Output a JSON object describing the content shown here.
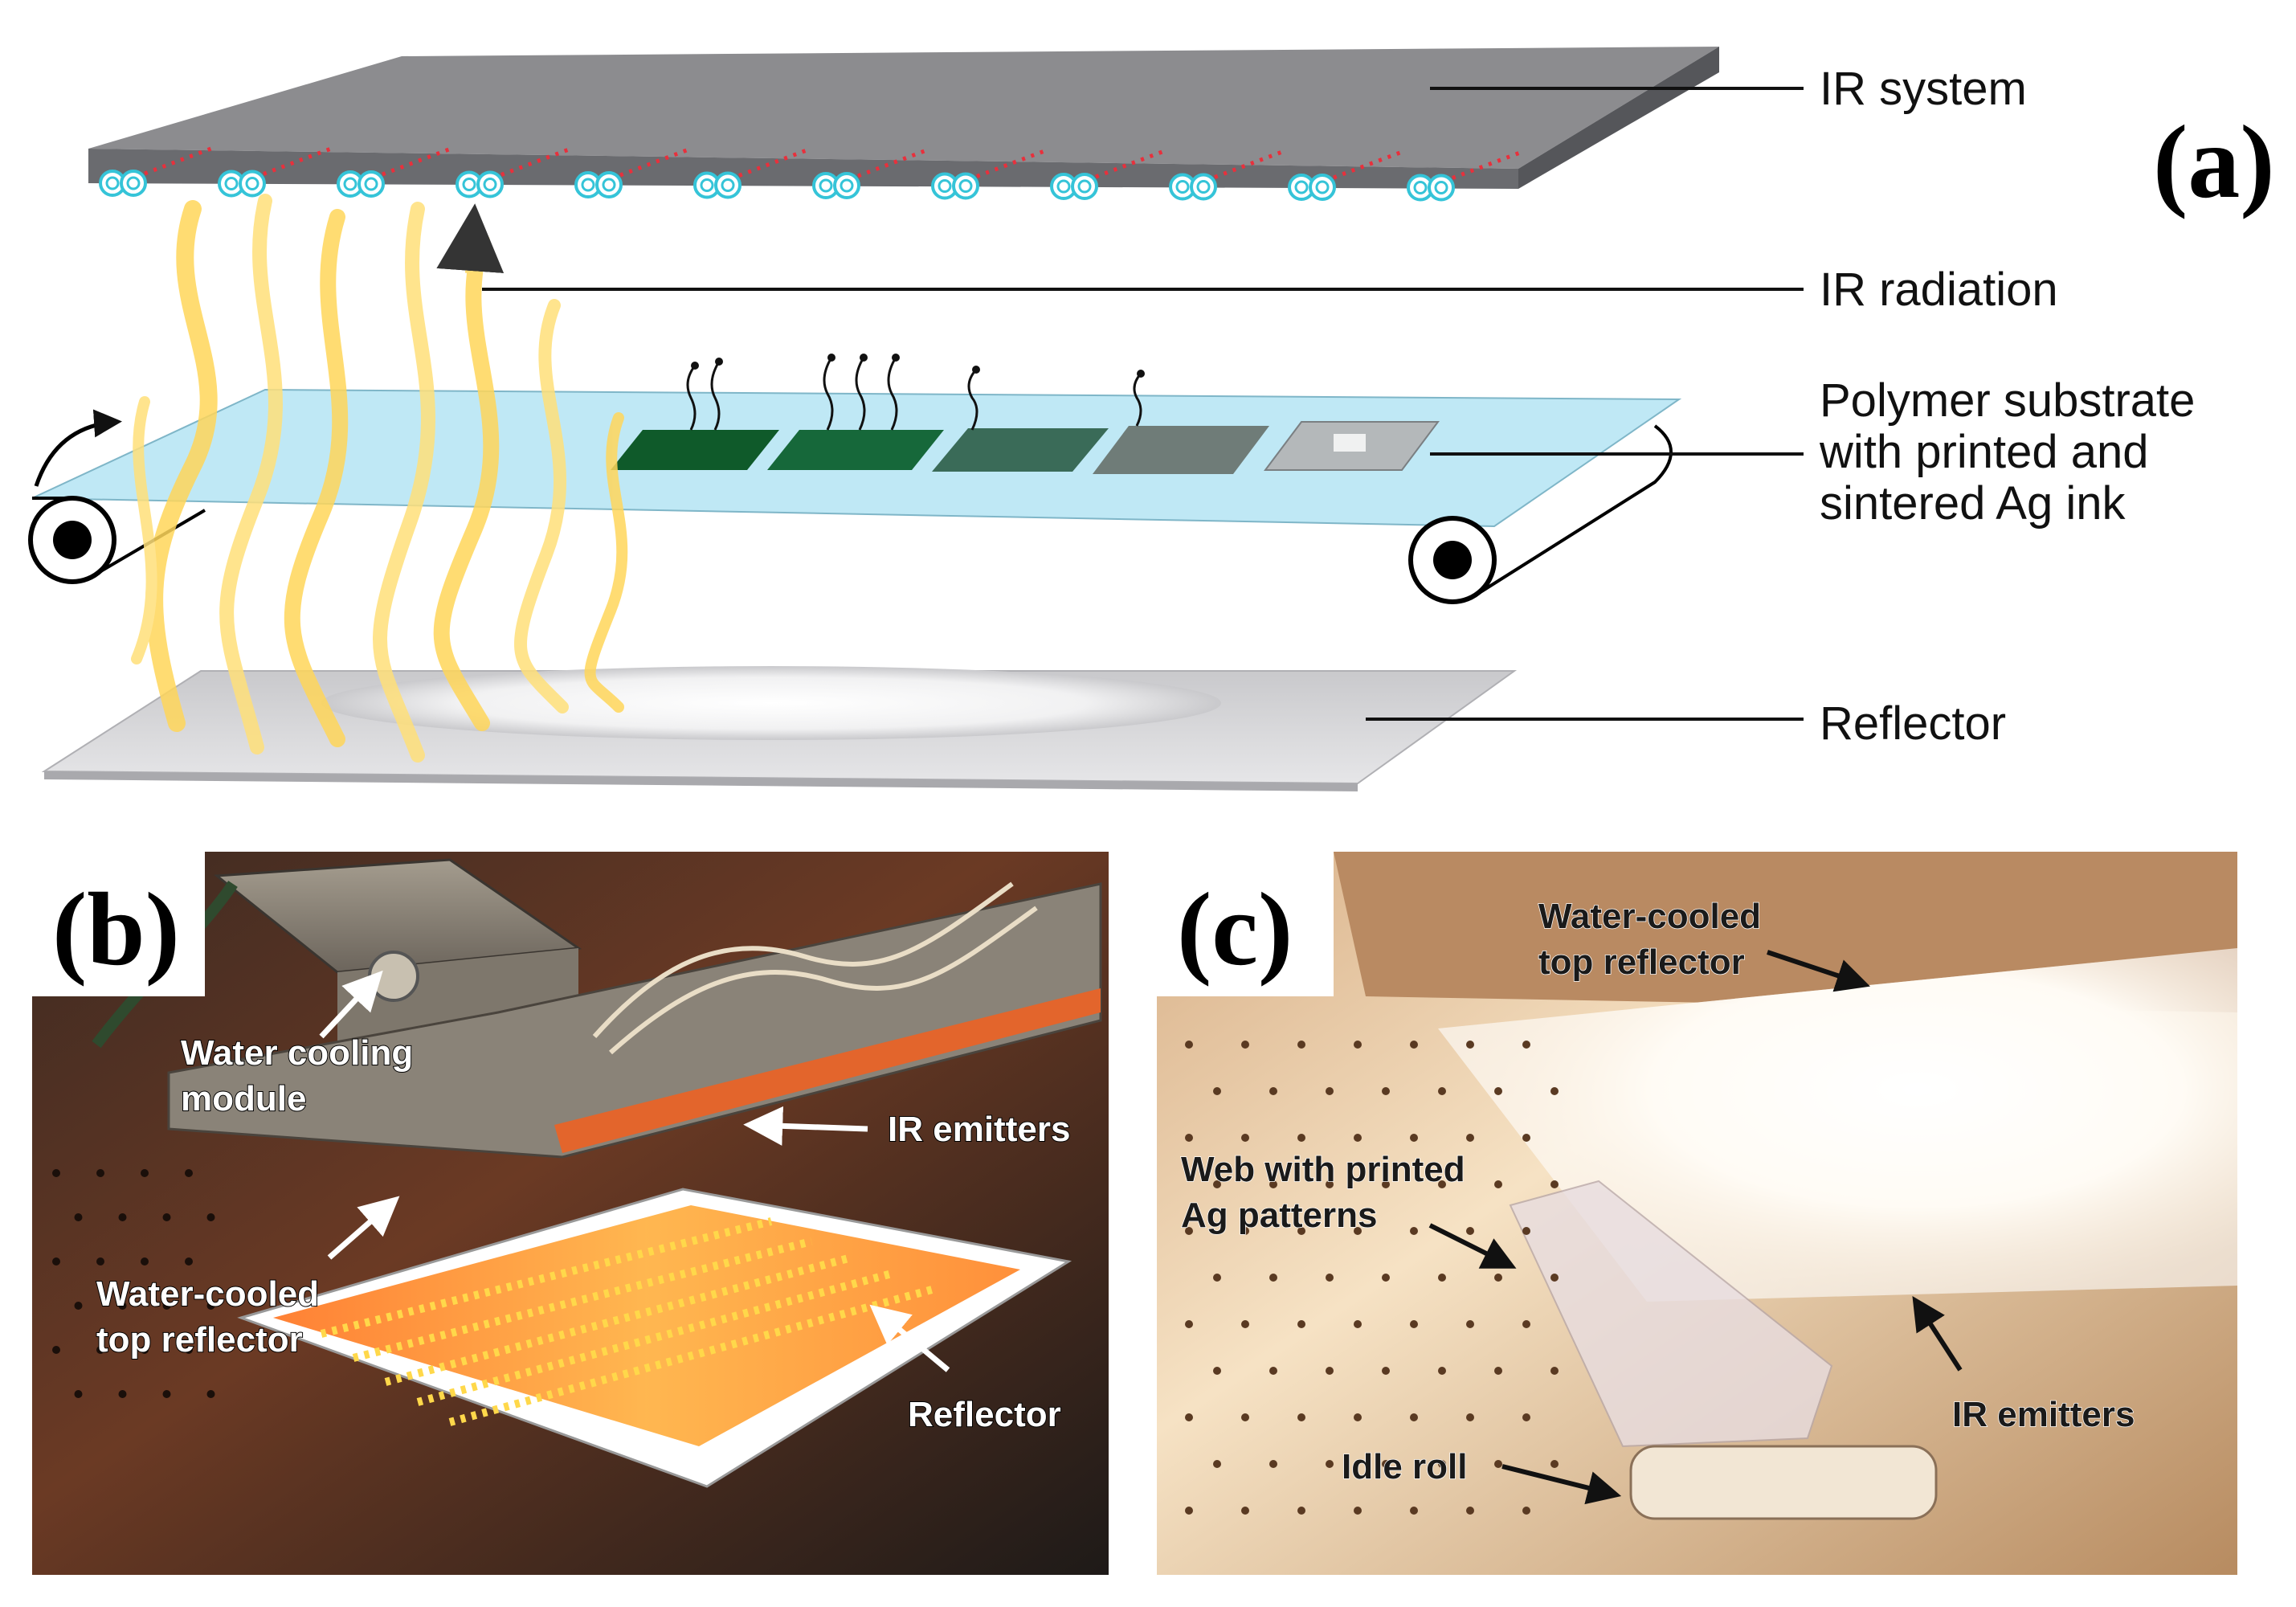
{
  "panel_a": {
    "letter": "(a)",
    "labels": {
      "ir_system": "IR system",
      "ir_radiation": "IR radiation",
      "substrate_line1": "Polymer substrate",
      "substrate_line2": "with printed and",
      "substrate_line3": "sintered Ag ink",
      "reflector": "Reflector"
    },
    "colors": {
      "heater_top": "#8c8c8f",
      "heater_side": "#55565a",
      "tube": "#35c4d8",
      "tube_dots": "#e8303c",
      "radiation": "#ffd65a",
      "substrate": "#bfe8f5",
      "pattern": "#0f5a2a",
      "reflector": "#d9d9dc"
    }
  },
  "panel_b": {
    "letter": "(b)",
    "labels": {
      "water_cooling_line1": "Water cooling",
      "water_cooling_line2": "module",
      "ir_emitters": "IR emitters",
      "top_reflector_line1": "Water-cooled",
      "top_reflector_line2": "top reflector",
      "reflector": "Reflector"
    }
  },
  "panel_c": {
    "letter": "(c)",
    "labels": {
      "top_reflector_line1": "Water-cooled",
      "top_reflector_line2": "top reflector",
      "web_line1": "Web with printed",
      "web_line2": "Ag patterns",
      "idle_roll": "Idle roll",
      "ir_emitters": "IR emitters"
    }
  }
}
